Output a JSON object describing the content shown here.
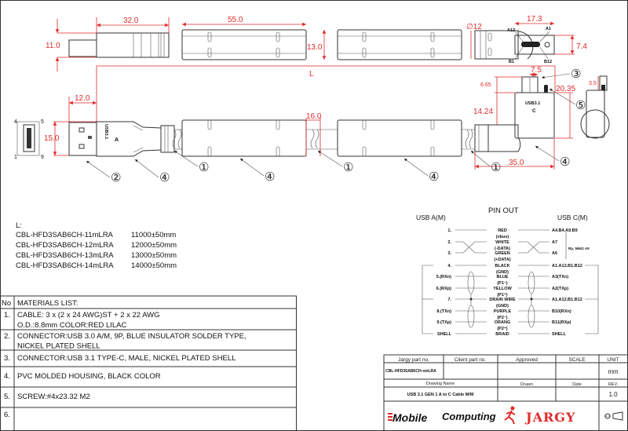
{
  "dimensions": {
    "plug_height_top": "11.0",
    "plug_housing_length": "32.0",
    "ferrite_length": "55.0",
    "ferrite_height": "13.0",
    "typec_diameter": "∅12",
    "typec_width": "17.3",
    "typec_face_height": "7.4",
    "length_label": "L",
    "plug_tip_length": "12.0",
    "plug_height": "15.0",
    "cable_gap": "16.0",
    "typec_pin_width": "7.5",
    "typec_offset": "6.65",
    "typec_height": "14.24",
    "typec_total": "20.35",
    "typec_length": "35.0",
    "screw_height": "3.5"
  },
  "pin_labels": {
    "a12": "A12",
    "a1": "A1",
    "b1": "B1",
    "b12": "B12",
    "p4": "4",
    "p5": "5",
    "p1": "1",
    "p9": "9"
  },
  "connector_marks": {
    "usb_a": "USB3.1",
    "usb_a_letter": "A",
    "usb_c": "USB3.1",
    "usb_c_letter": "C"
  },
  "callouts": {
    "c1": "①",
    "c2": "②",
    "c3": "③",
    "c4": "④",
    "c5": "⑤"
  },
  "length_table": {
    "heading": "L:",
    "rows": [
      {
        "part": "CBL-HFD3SAB6CH-11mLRA",
        "length": "11000±50mm"
      },
      {
        "part": "CBL-HFD3SAB6CH-12mLRA",
        "length": "12000±50mm"
      },
      {
        "part": "CBL-HFD3SAB6CH-13mLRA",
        "length": "13000±50mm"
      },
      {
        "part": "CBL-HFD3SAB6CH-14mLRA",
        "length": "14000±50mm"
      }
    ]
  },
  "materials": {
    "no_header": "No",
    "header": "MATERIALS LIST:",
    "items": [
      {
        "no": "1.",
        "line1": "CABLE: 3 x (2 x 24 AWG)ST + 2 x 22 AWG",
        "line2": "O.D.:8.8mm COLOR:RED LILAC"
      },
      {
        "no": "2.",
        "line1": "CONNECTOR:USB 3.0 A/M, 9P, BLUE INSULATOR SOLDER TYPE,",
        "line2": "NICKEL PLATED SHELL"
      },
      {
        "no": "3.",
        "line1": "CONNECTOR:USB 3.1 TYPE-C, MALE, NICKEL PLATED SHELL",
        "line2": ""
      },
      {
        "no": "4.",
        "line1": "PVC MOLDED HOUSING, BLACK COLOR",
        "line2": ""
      },
      {
        "no": "5.",
        "line1": "SCREW:#4x23.32 M2",
        "line2": ""
      },
      {
        "no": "6.",
        "line1": "",
        "line2": ""
      }
    ]
  },
  "pinout": {
    "title": "PIN OUT",
    "left_header": "USB A(M)",
    "right_header": "USB C(M)",
    "resistor_note": "Rp, 56kΩ A5",
    "rows": [
      {
        "a": "1.",
        "wire": "RED",
        "sub": "(vbus)",
        "c": "A4.B4.A9.B9"
      },
      {
        "a": "2.",
        "wire": "WHITE",
        "sub": "(-DATA)",
        "c": "A7"
      },
      {
        "a": "3.",
        "wire": "GREEN",
        "sub": "(+DATA)",
        "c": "A6"
      },
      {
        "a": "4.",
        "wire": "BLACK",
        "sub": "(GND)",
        "c": "A1.A12.B1.B12"
      },
      {
        "a": "5.(RXn)",
        "wire": "BLUE",
        "sub": "(P1⁻)",
        "c": "A3(TXn)"
      },
      {
        "a": "6.(RXp)",
        "wire": "YELLOW",
        "sub": "(P1⁺)",
        "c": "A2(TXp)"
      },
      {
        "a": "7.",
        "wire": "DRAIN WIRE",
        "sub": "(GND)",
        "c": "A1.A12.B1.B12"
      },
      {
        "a": "8.(TXn)",
        "wire": "PURPLE",
        "sub": "(P2⁻)",
        "c": "B10(RXn)"
      },
      {
        "a": "9.(TXp)",
        "wire": "ORANG",
        "sub": "(P2⁺)",
        "c": "B11(RXp)"
      },
      {
        "a": "SHELL",
        "wire": "BRAID",
        "sub": "",
        "c": "SHELL"
      }
    ]
  },
  "title_block": {
    "jargy_part_label": "Jargy part no.",
    "client_part_label": "Client part no.",
    "approved_label": "Approved",
    "scale_label": "SCALE",
    "unit_label": "UNIT",
    "jargy_part_value": "CBL-HFD3SAB6CH-xmLRA",
    "unit_value": "mm",
    "drawing_name_label": "Drawing Name",
    "drawn_label": "Drawn",
    "date_label": "Date",
    "rev_label": "REV.",
    "drawing_name_value": "USB 3.1 GEN 1 A to C Cable M/M",
    "rev_value": "1.0",
    "logo_mobile": "Mobile",
    "logo_computing": "Computing",
    "logo_jargy": "JARGY"
  },
  "colors": {
    "dimension": "#e02a2a",
    "line": "#333333",
    "logo_red": "#e02a2a"
  }
}
